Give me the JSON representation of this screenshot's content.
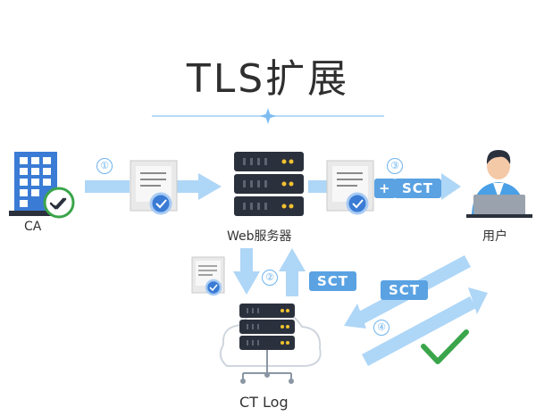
{
  "title": "TLS扩展",
  "nodes": {
    "ca": "CA",
    "web_server": "Web服务器",
    "user": "用户",
    "ct_log": "CT Log"
  },
  "steps": [
    "①",
    "②",
    "③",
    "④"
  ],
  "badges": {
    "sct_user": "SCT",
    "sct_server": "SCT",
    "sct_user_return": "SCT",
    "plus": "+"
  },
  "colors": {
    "arrow": "#aed6f7",
    "accent": "#5aa2e2",
    "server_dark": "#2b313c",
    "check": "#3aa54a"
  }
}
